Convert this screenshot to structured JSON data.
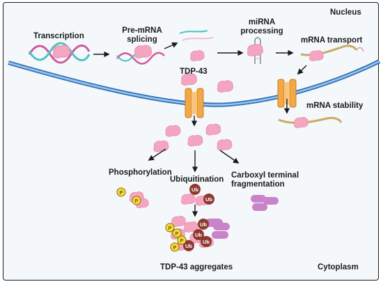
{
  "compartments": {
    "nucleus": "Nucleus",
    "cytoplasm": "Cytoplasm"
  },
  "labels": {
    "transcription": "Transcription",
    "pre_mrna_splicing_1": "Pre-mRNA",
    "pre_mrna_splicing_2": "splicing",
    "mirna_processing_1": "miRNA",
    "mirna_processing_2": "processing",
    "mrna_transport": "mRNA transport",
    "tdp43": "TDP-43",
    "mrna_stability": "mRNA stability",
    "phosphorylation": "Phosphorylation",
    "ubiquitination": "Ubiquitination",
    "carboxyl_1": "Carboxyl terminal",
    "carboxyl_2": "fragmentation",
    "aggregates": "TDP-43 aggregates"
  },
  "markers": {
    "ubiquitin": "Ub",
    "phosphate": "P"
  },
  "colors": {
    "protein": "#f4a6c0",
    "protein_dark": "#e58aab",
    "dna_pink": "#d2589b",
    "dna_teal": "#4cc2c4",
    "membrane": "#2f6fb7",
    "membrane_inner": "#9cc6ea",
    "pore": "#f3a847",
    "ubiquitin": "#8e3a31",
    "phosphate": "#f6dd3c",
    "fragment": "#c983c9",
    "mrna": "#c9aa63"
  }
}
